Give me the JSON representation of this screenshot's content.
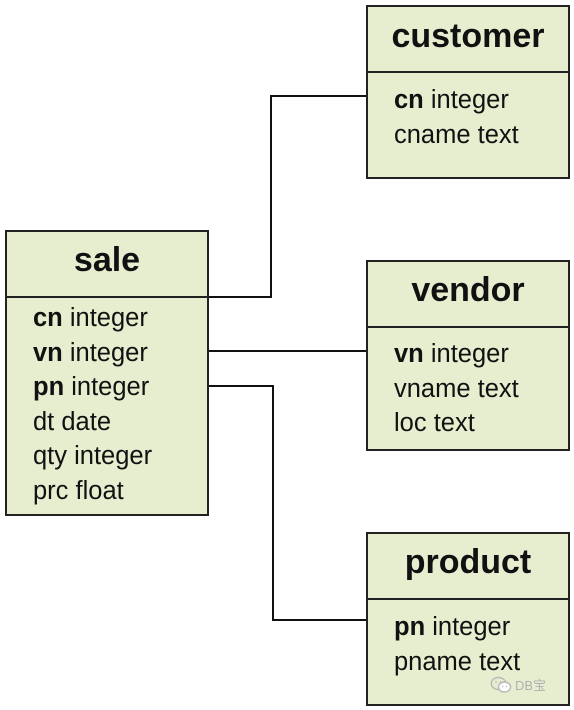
{
  "tables": {
    "customer": {
      "name": "customer",
      "fields": [
        {
          "name": "cn",
          "type": "integer",
          "key": true
        },
        {
          "name": "cname",
          "type": "text",
          "key": false
        }
      ]
    },
    "sale": {
      "name": "sale",
      "fields": [
        {
          "name": "cn",
          "type": "integer",
          "key": true
        },
        {
          "name": "vn",
          "type": "integer",
          "key": true
        },
        {
          "name": "pn",
          "type": "integer",
          "key": true
        },
        {
          "name": "dt",
          "type": "date",
          "key": false
        },
        {
          "name": "qty",
          "type": "integer",
          "key": false
        },
        {
          "name": "prc",
          "type": "float",
          "key": false
        }
      ]
    },
    "vendor": {
      "name": "vendor",
      "fields": [
        {
          "name": "vn",
          "type": "integer",
          "key": true
        },
        {
          "name": "vname",
          "type": "text",
          "key": false
        },
        {
          "name": "loc",
          "type": "text",
          "key": false
        }
      ]
    },
    "product": {
      "name": "product",
      "fields": [
        {
          "name": "pn",
          "type": "integer",
          "key": true
        },
        {
          "name": "pname",
          "type": "text",
          "key": false
        }
      ]
    }
  },
  "relationships": [
    {
      "from": "sale.cn",
      "to": "customer.cn"
    },
    {
      "from": "sale.vn",
      "to": "vendor.vn"
    },
    {
      "from": "sale.pn",
      "to": "product.pn"
    }
  ],
  "watermark": {
    "text": "DB宝",
    "icon": "wechat-icon"
  },
  "colors": {
    "table_fill": "#e6eecf",
    "border": "#222222"
  }
}
